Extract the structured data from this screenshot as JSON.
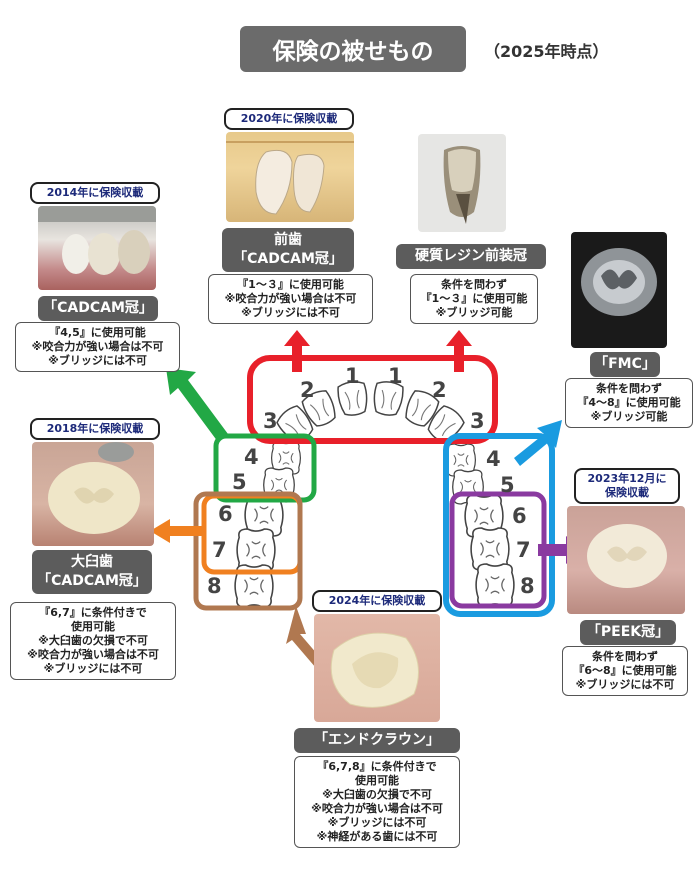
{
  "title": "保険の被せもの",
  "as_of": "（2025年時点）",
  "items": {
    "premolar": {
      "badge": "2014年に保険収載",
      "label": "「CADCAM冠」",
      "notes": [
        "『4,5』に使用可能",
        "※咬合力が強い場合は不可",
        "※ブリッジには不可"
      ]
    },
    "anterior": {
      "badge": "2020年に保険収載",
      "label_line1": "前歯",
      "label_line2": "「CADCAM冠」",
      "notes": [
        "『1～３』に使用可能",
        "※咬合力が強い場合は不可",
        "※ブリッジには不可"
      ]
    },
    "resin_veneer": {
      "label": "硬質レジン前装冠",
      "notes": [
        "条件を問わず",
        "『1～３』に使用可能",
        "※ブリッジ可能"
      ]
    },
    "fmc": {
      "label": "「FMC」",
      "notes": [
        "条件を問わず",
        "『4～8』に使用可能",
        "※ブリッジ可能"
      ]
    },
    "molar": {
      "badge": "2018年に保険収載",
      "label_line1": "大臼歯",
      "label_line2": "「CADCAM冠」",
      "notes": [
        "『6,7』に条件付きで",
        "使用可能",
        "※大臼歯の欠損で不可",
        "※咬合力が強い場合は不可",
        "※ブリッジには不可"
      ]
    },
    "peek": {
      "badge_line1": "2023年12月に",
      "badge_line2": "保険収載",
      "label": "「PEEK冠」",
      "notes": [
        "条件を問わず",
        "『6～8』に使用可能",
        "※ブリッジには不可"
      ]
    },
    "endocrown": {
      "badge": "2024年に保険収載",
      "label": "「エンドクラウン」",
      "notes": [
        "『6,7,8』に条件付きで",
        "使用可能",
        "※大臼歯の欠損で不可",
        "※咬合力が強い場合は不可",
        "※ブリッジには不可",
        "※神経がある歯には不可"
      ]
    }
  },
  "tooth_numbers": {
    "upper": [
      "3",
      "2",
      "1",
      "1",
      "2",
      "3"
    ],
    "left": [
      "4",
      "5",
      "6",
      "7",
      "8"
    ],
    "right": [
      "4",
      "5",
      "6",
      "7",
      "8"
    ]
  },
  "colors": {
    "anterior_frame": "#e8202a",
    "premolar_frame": "#22a845",
    "molar_frame": "#f08020",
    "endocrown_frame": "#b07850",
    "fmc_frame": "#1a9be0",
    "peek_frame": "#8a3aa0"
  }
}
